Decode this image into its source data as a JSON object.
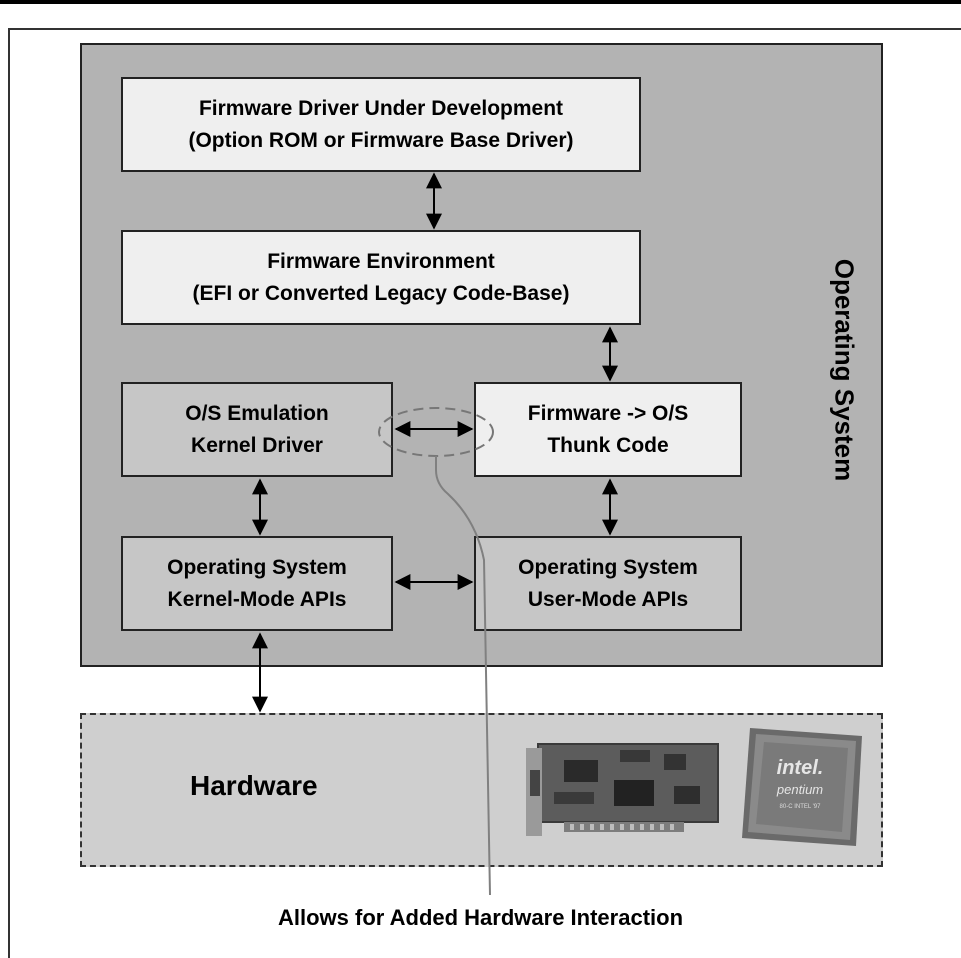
{
  "os_label": "Operating System",
  "boxes": {
    "firmware_driver": [
      "Firmware Driver Under Development",
      "(Option ROM or Firmware Base Driver)"
    ],
    "firmware_env": [
      "Firmware Environment",
      "(EFI or Converted Legacy Code-Base)"
    ],
    "os_emulation": [
      "O/S Emulation",
      "Kernel Driver"
    ],
    "thunk_code": [
      "Firmware -> O/S",
      "Thunk Code"
    ],
    "kernel_apis": [
      "Operating System",
      "Kernel-Mode APIs"
    ],
    "user_apis": [
      "Operating System",
      "User-Mode APIs"
    ]
  },
  "hardware_label": "Hardware",
  "chip": {
    "brand": "intel.",
    "model": "pentium",
    "marking": "80-C INTEL '97"
  },
  "callout": "Allows for Added Hardware Interaction",
  "colors": {
    "os_panel": "#b3b3b3",
    "light_box": "#efefef",
    "mid_box": "#c6c6c6",
    "hardware_panel": "#cfcfcf"
  }
}
